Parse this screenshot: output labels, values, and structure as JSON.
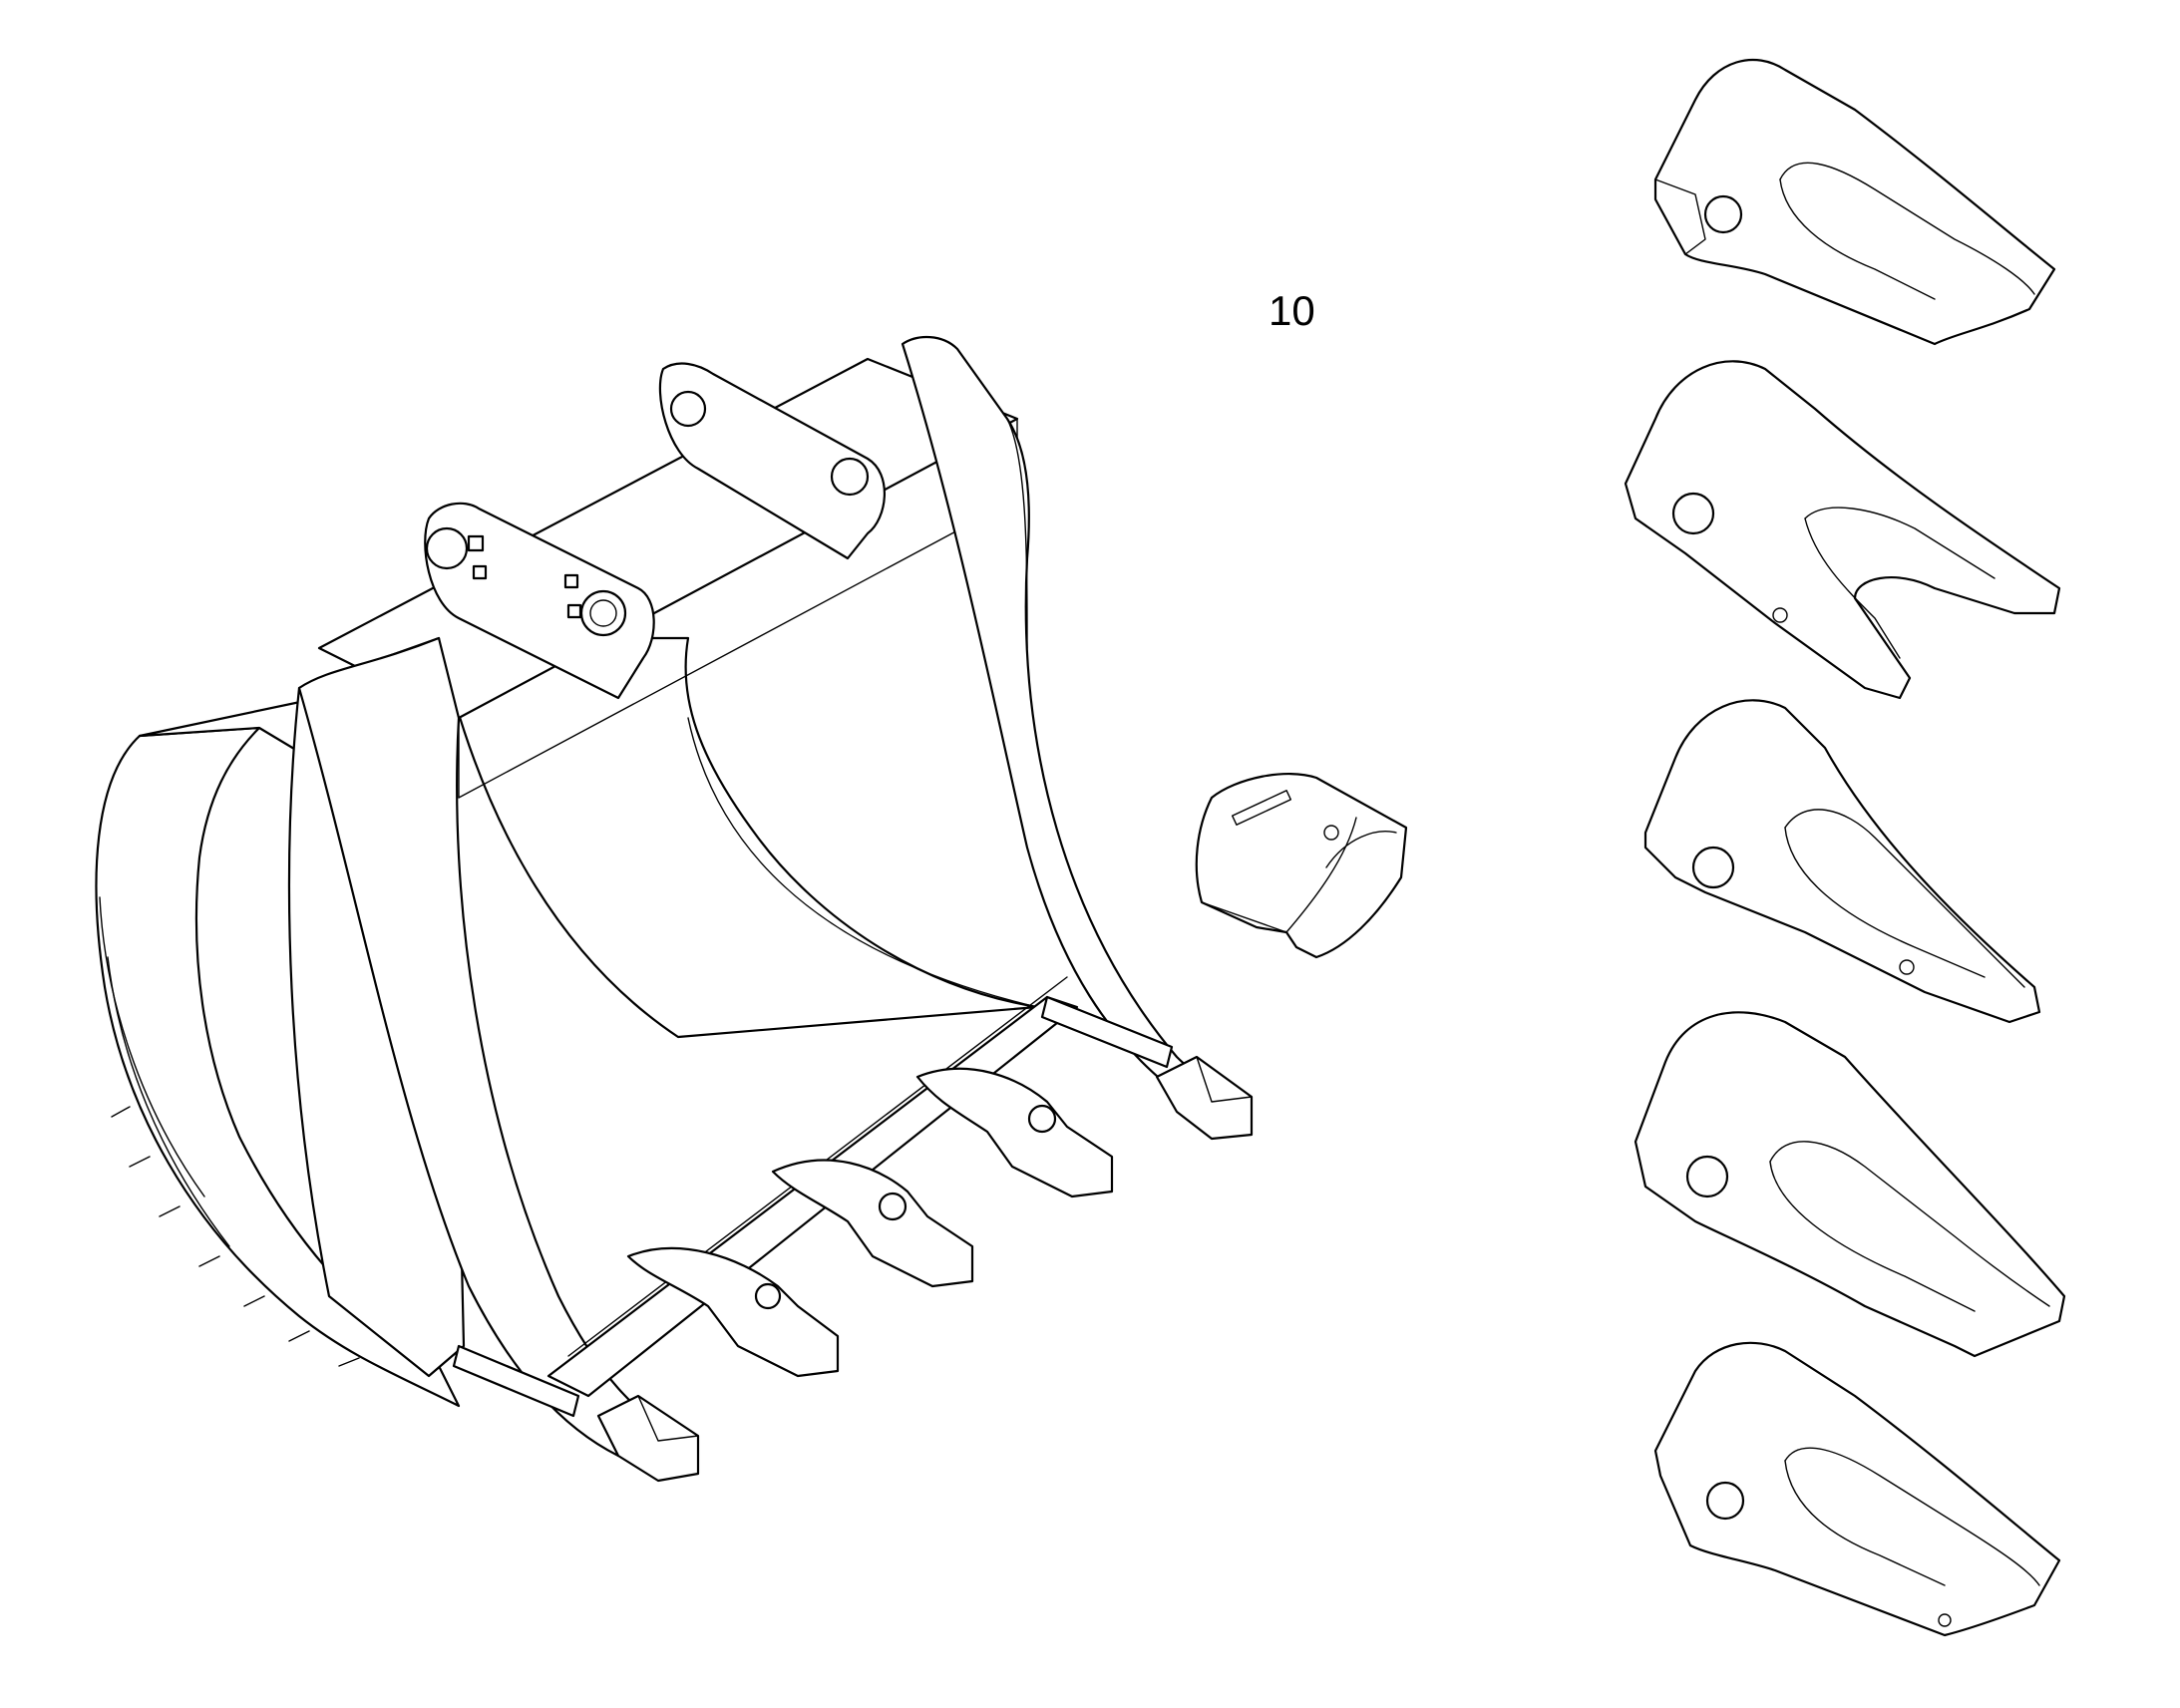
{
  "diagram": {
    "callout_label": "10",
    "line_color": "#000000",
    "background_color": "#ffffff",
    "components": [
      {
        "name": "bucket",
        "icon": "excavator-bucket-icon"
      },
      {
        "name": "adapter-cover",
        "icon": "tooth-cover-icon"
      },
      {
        "name": "tooth-variants",
        "icon": "bucket-tooth-icon",
        "count": 5
      }
    ]
  }
}
